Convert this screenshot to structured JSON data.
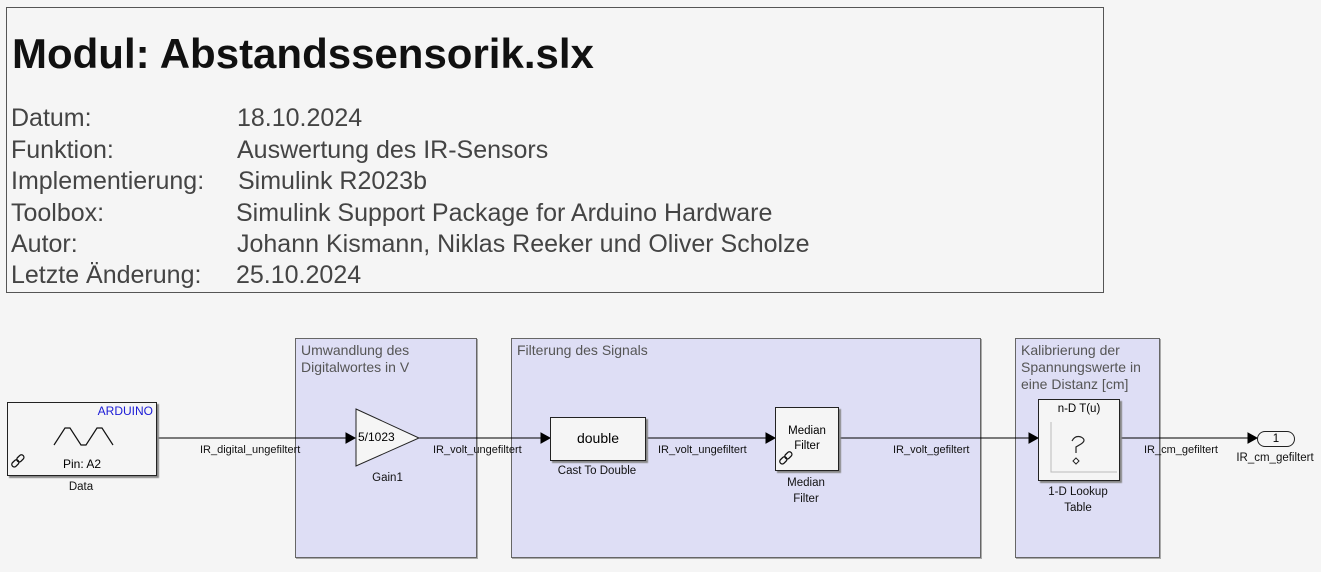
{
  "header": {
    "title": "Modul: Abstandssensorik.slx",
    "rows": [
      {
        "label": "Datum:",
        "value": "18.10.2024"
      },
      {
        "label": "Funktion:",
        "value": "Auswertung des IR-Sensors"
      },
      {
        "label": "Implementierung:",
        "value": "Simulink R2023b"
      },
      {
        "label": "Toolbox:",
        "value": "Simulink Support Package for Arduino Hardware"
      },
      {
        "label": "Autor:",
        "value": "Johann Kismann, Niklas Reeker und Oliver Scholze"
      },
      {
        "label": "Letzte Änderung:",
        "value": "25.10.2024"
      }
    ]
  },
  "areas": {
    "conversion": {
      "title_line1": "Umwandlung des",
      "title_line2": "Digitalwortes in V"
    },
    "filter": {
      "title_line1": "Filterung des Signals"
    },
    "calibration": {
      "title_line1": "Kalibrierung der",
      "title_line2": "Spannungswerte in",
      "title_line3": "eine Distanz [cm]"
    }
  },
  "blocks": {
    "arduino": {
      "badge": "ARDUINO",
      "pin": "Pin: A2",
      "name": "Data",
      "badge_color": "#1a1ad6"
    },
    "gain": {
      "value": "5/1023",
      "name": "Gain1"
    },
    "cast": {
      "value": "double",
      "name": "Cast To Double"
    },
    "median": {
      "line1": "Median",
      "line2": "Filter",
      "name_line1": "Median",
      "name_line2": "Filter"
    },
    "lookup": {
      "header": "n-D T(u)",
      "name_line1": "1-D Lookup",
      "name_line2": "Table"
    },
    "outport": {
      "number": "1",
      "name": "IR_cm_gefiltert"
    }
  },
  "signals": {
    "s1": "IR_digital_ungefiltert",
    "s2": "IR_volt_ungefiltert",
    "s3": "IR_volt_ungefiltert",
    "s4": "IR_volt_gefiltert",
    "s5": "IR_cm_gefiltert"
  }
}
